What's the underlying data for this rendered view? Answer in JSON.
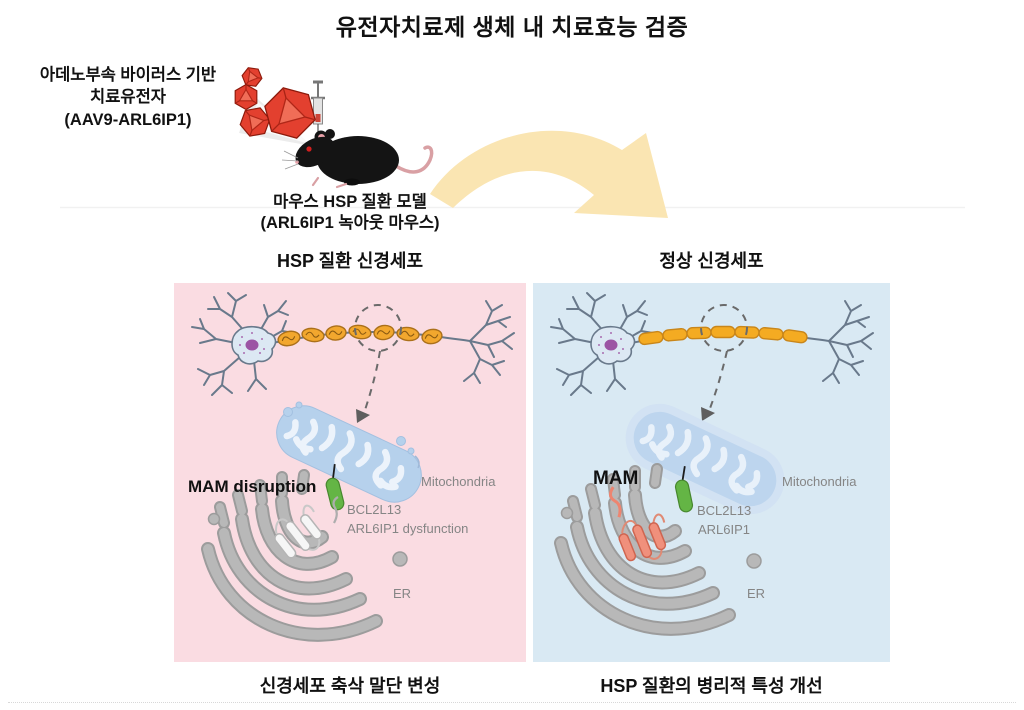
{
  "title": "유전자치료제 생체 내 치료효능 검증",
  "top_section": {
    "virus_label": [
      "아데노부속 바이러스 기반",
      "치료유전자",
      "(AAV9-ARL6IP1)"
    ],
    "mouse_label": [
      "마우스 HSP 질환 모델",
      "(ARL6IP1 녹아웃 마우스)"
    ]
  },
  "panels": {
    "left": {
      "header": "HSP 질환 신경세포",
      "caption": "신경세포 축삭 말단 변성",
      "bg_color": "#fadce2",
      "labels": {
        "mam": "MAM disruption",
        "mitochondria": "Mitochondria",
        "bcl2l13": "BCL2L13",
        "arl6ip1": "ARL6IP1 dysfunction",
        "er": "ER"
      }
    },
    "right": {
      "header": "정상 신경세포",
      "caption": "HSP 질환의 병리적 특성 개선",
      "bg_color": "#d9e9f3",
      "labels": {
        "mam": "MAM",
        "mitochondria": "Mitochondria",
        "bcl2l13": "BCL2L13",
        "arl6ip1": "ARL6IP1",
        "er": "ER"
      }
    }
  },
  "colors": {
    "virus_red": "#e3402f",
    "arrow_yellow": "#fae5b2",
    "myelin_orange": "#f2a72e",
    "mitochondria_blue": "#b6d1ec",
    "bcl2l13_green": "#64b545",
    "er_gray": "#b8b8b8",
    "arl6ip1_helix_salmon": "#f0907c",
    "arl6ip1_helix_white": "#f6f6f6",
    "label_gray": "#858585",
    "panel_left_bg": "#fadce2",
    "panel_right_bg": "#d9e9f3"
  }
}
